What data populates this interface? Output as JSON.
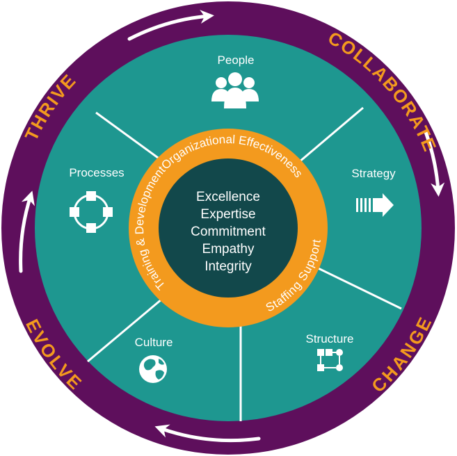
{
  "colors": {
    "outer_ring": "#5e0f5c",
    "segment_fill": "#1e9790",
    "segment_divider": "#ffffff",
    "middle_ring": "#f39a1e",
    "core": "#12484b",
    "outer_label": "#f39a1e",
    "text": "#ffffff"
  },
  "outer_ring": {
    "labels": {
      "collaborate": "COLLABORATE",
      "change": "CHANGE",
      "evolve": "EVOLVE",
      "thrive": "THRIVE"
    }
  },
  "segments": {
    "people": {
      "label": "People",
      "icon": "people-icon"
    },
    "strategy": {
      "label": "Strategy",
      "icon": "arrow-right-icon"
    },
    "structure": {
      "label": "Structure",
      "icon": "org-chart-icon"
    },
    "culture": {
      "label": "Culture",
      "icon": "globe-icon"
    },
    "processes": {
      "label": "Processes",
      "icon": "process-cycle-icon"
    }
  },
  "middle_ring": {
    "organizational_effectiveness": "Organizational Effectiveness",
    "staffing_support": "Staffing Support",
    "training_development": "Training & Development"
  },
  "core": {
    "values": [
      "Excellence",
      "Expertise",
      "Commitment",
      "Empathy",
      "Integrity"
    ]
  }
}
